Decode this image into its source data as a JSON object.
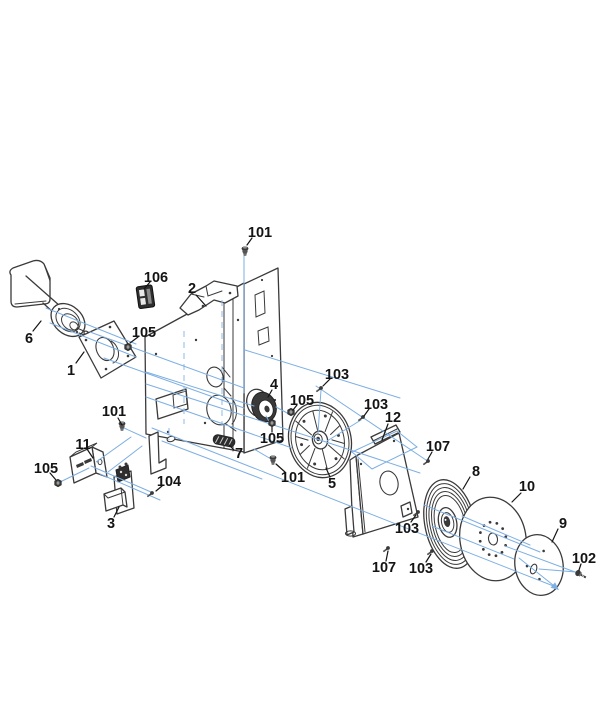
{
  "page": {
    "background": "#ffffff",
    "kind": "exploded parts diagram"
  },
  "diagram": {
    "type": "exploded-parts-diagram",
    "colors": {
      "line": "#3a3a3a",
      "dark_fill": "#2e2e2e",
      "alignment_blue": "#7dafe2",
      "label_text": "#141414",
      "background": "#ffffff"
    },
    "part_numbers_visible": [
      "1",
      "2",
      "3",
      "4",
      "5",
      "6",
      "7",
      "8",
      "9",
      "10",
      "11",
      "12",
      "101",
      "102",
      "103",
      "104",
      "105",
      "106",
      "107"
    ],
    "callouts": [
      {
        "label": "101"
      },
      {
        "label": "106"
      },
      {
        "label": "2"
      },
      {
        "label": "105"
      },
      {
        "label": "6"
      },
      {
        "label": "1"
      },
      {
        "label": "101"
      },
      {
        "label": "103"
      },
      {
        "label": "4"
      },
      {
        "label": "105"
      },
      {
        "label": "103"
      },
      {
        "label": "12"
      },
      {
        "label": "107"
      },
      {
        "label": "11"
      },
      {
        "label": "105"
      },
      {
        "label": "7"
      },
      {
        "label": "101"
      },
      {
        "label": "5"
      },
      {
        "label": "105"
      },
      {
        "label": "104"
      },
      {
        "label": "8"
      },
      {
        "label": "3"
      },
      {
        "label": "10"
      },
      {
        "label": "103"
      },
      {
        "label": "107"
      },
      {
        "label": "103"
      },
      {
        "label": "9"
      },
      {
        "label": "102"
      }
    ]
  }
}
